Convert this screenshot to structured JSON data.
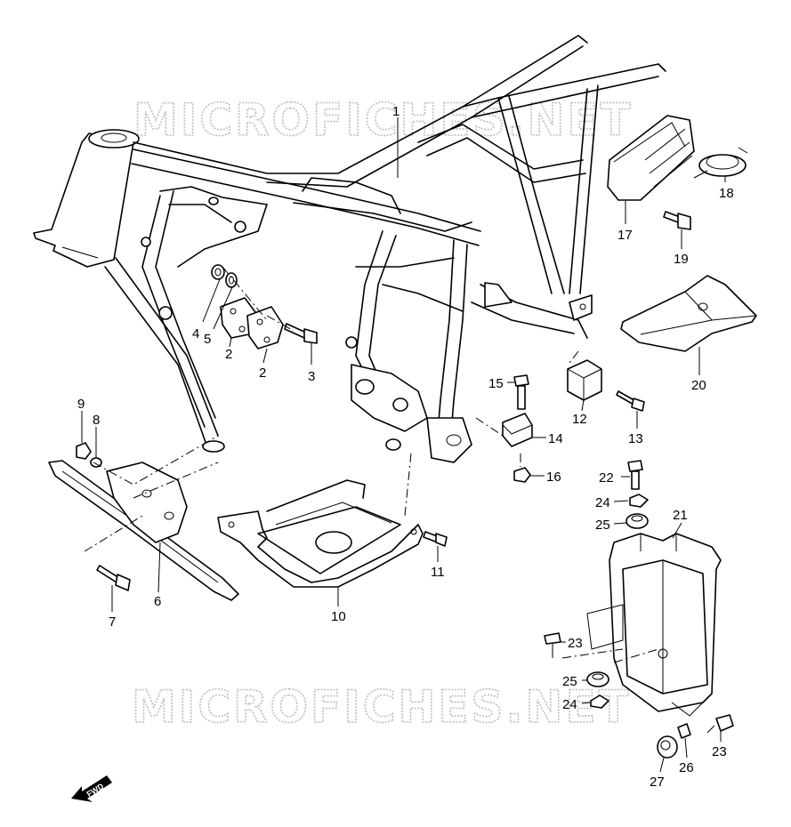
{
  "watermark": "MICROFICHES.NET",
  "direction_label": "FWD",
  "callouts": [
    {
      "id": "c1",
      "label": "1"
    },
    {
      "id": "c2a",
      "label": "2"
    },
    {
      "id": "c2b",
      "label": "2"
    },
    {
      "id": "c3",
      "label": "3"
    },
    {
      "id": "c4",
      "label": "4"
    },
    {
      "id": "c5",
      "label": "5"
    },
    {
      "id": "c6",
      "label": "6"
    },
    {
      "id": "c7",
      "label": "7"
    },
    {
      "id": "c8",
      "label": "8"
    },
    {
      "id": "c9",
      "label": "9"
    },
    {
      "id": "c10",
      "label": "10"
    },
    {
      "id": "c11",
      "label": "11"
    },
    {
      "id": "c12",
      "label": "12"
    },
    {
      "id": "c13",
      "label": "13"
    },
    {
      "id": "c14",
      "label": "14"
    },
    {
      "id": "c15",
      "label": "15"
    },
    {
      "id": "c16",
      "label": "16"
    },
    {
      "id": "c17",
      "label": "17"
    },
    {
      "id": "c18",
      "label": "18"
    },
    {
      "id": "c19",
      "label": "19"
    },
    {
      "id": "c20",
      "label": "20"
    },
    {
      "id": "c21",
      "label": "21"
    },
    {
      "id": "c22",
      "label": "22"
    },
    {
      "id": "c23a",
      "label": "23"
    },
    {
      "id": "c23b",
      "label": "23"
    },
    {
      "id": "c24a",
      "label": "24"
    },
    {
      "id": "c24b",
      "label": "24"
    },
    {
      "id": "c25a",
      "label": "25"
    },
    {
      "id": "c25b",
      "label": "25"
    },
    {
      "id": "c26",
      "label": "26"
    },
    {
      "id": "c27",
      "label": "27"
    }
  ]
}
